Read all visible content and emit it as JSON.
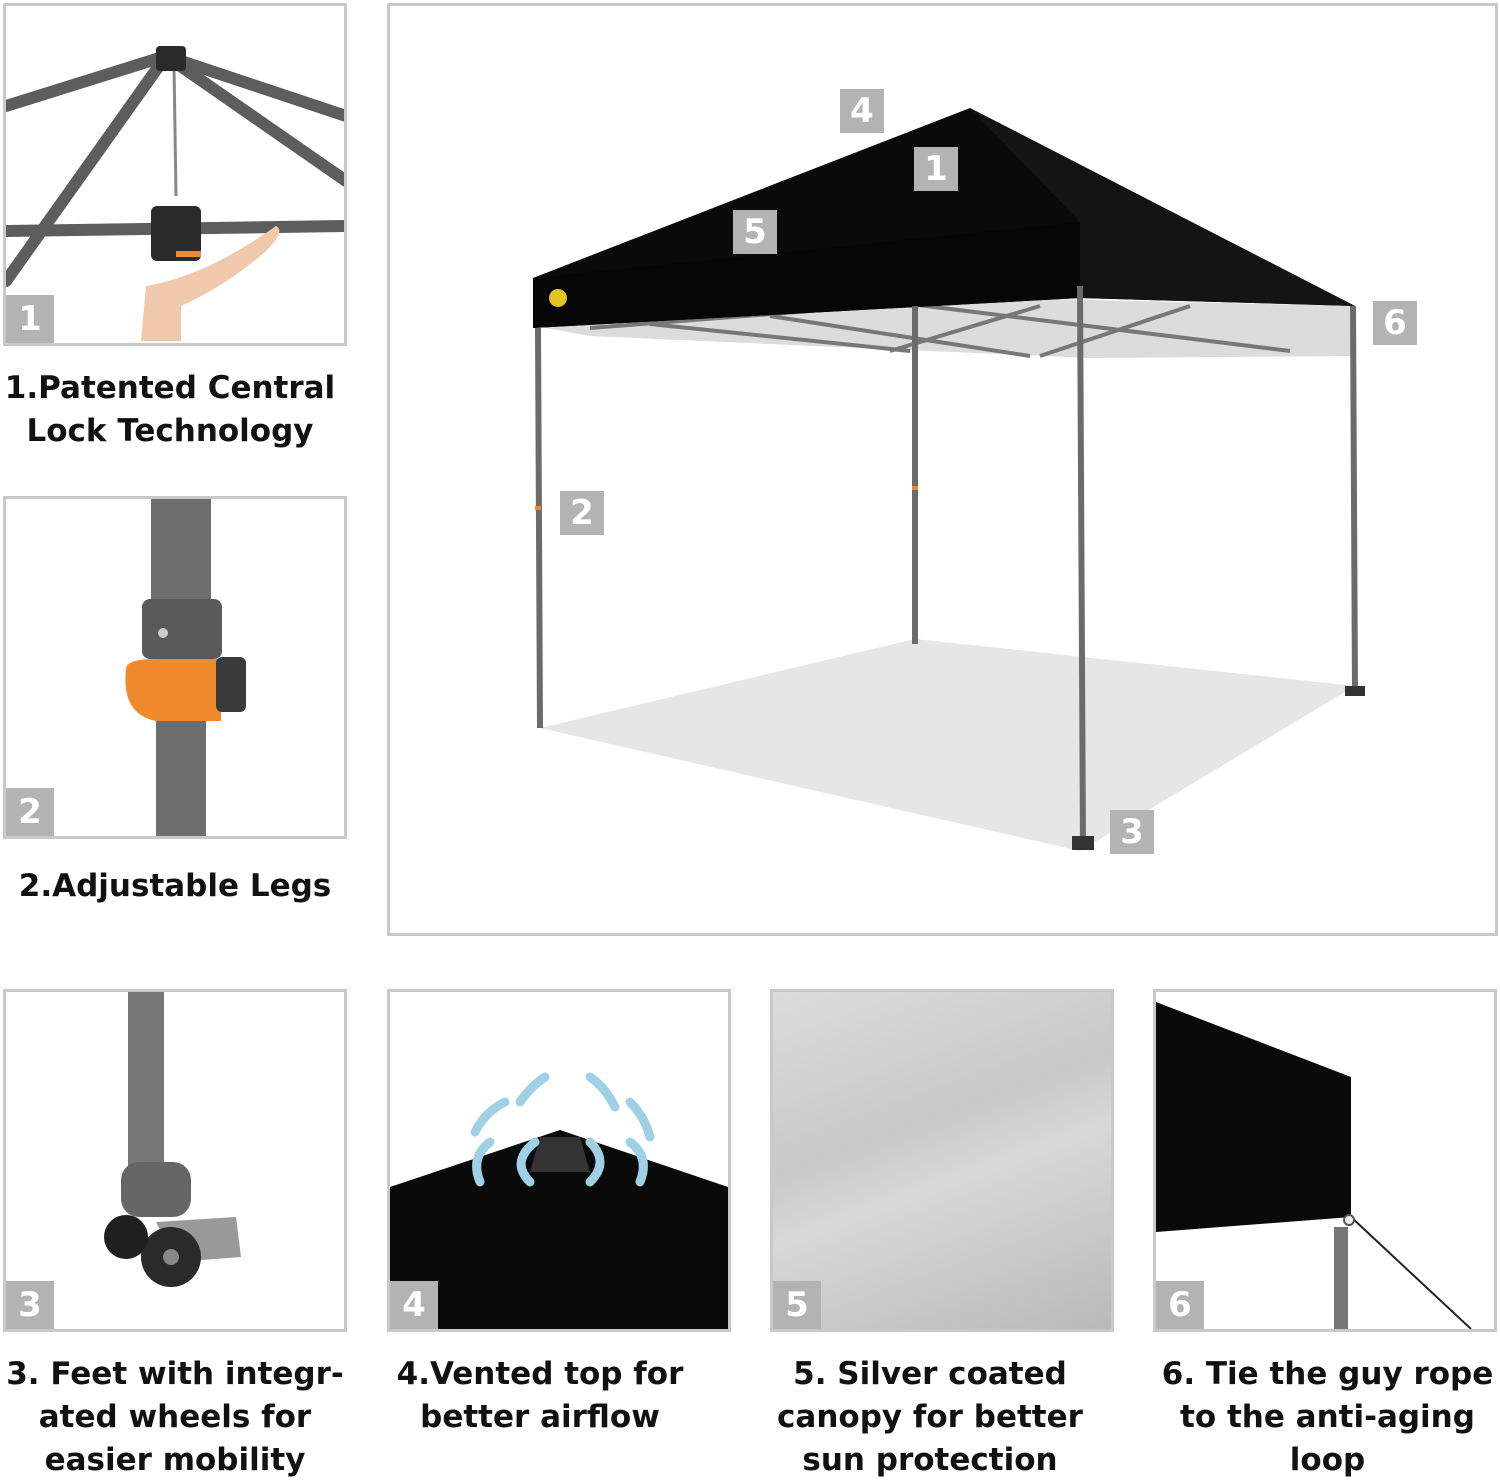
{
  "main_image": {
    "badges": [
      "4",
      "1",
      "5",
      "6",
      "2",
      "3"
    ]
  },
  "features": [
    {
      "number": "1",
      "caption": "1.Patented Central\nLock Technology"
    },
    {
      "number": "2",
      "caption": "2.Adjustable Legs"
    },
    {
      "number": "3",
      "caption": "3. Feet with integr-\nated wheels for\neasier mobility"
    },
    {
      "number": "4",
      "caption": "4.Vented top for\nbetter airflow"
    },
    {
      "number": "5",
      "caption": "5. Silver coated\ncanopy for better\nsun protection"
    },
    {
      "number": "6",
      "caption": "6. Tie the guy rope\nto the anti-aging\nloop"
    }
  ],
  "colors": {
    "canopy": "#0a0a0a",
    "frame": "#6b6b6b",
    "badge": "#b3b3b3",
    "lock_orange": "#f08a2c",
    "airflow_arrow": "#9fd0e6"
  }
}
